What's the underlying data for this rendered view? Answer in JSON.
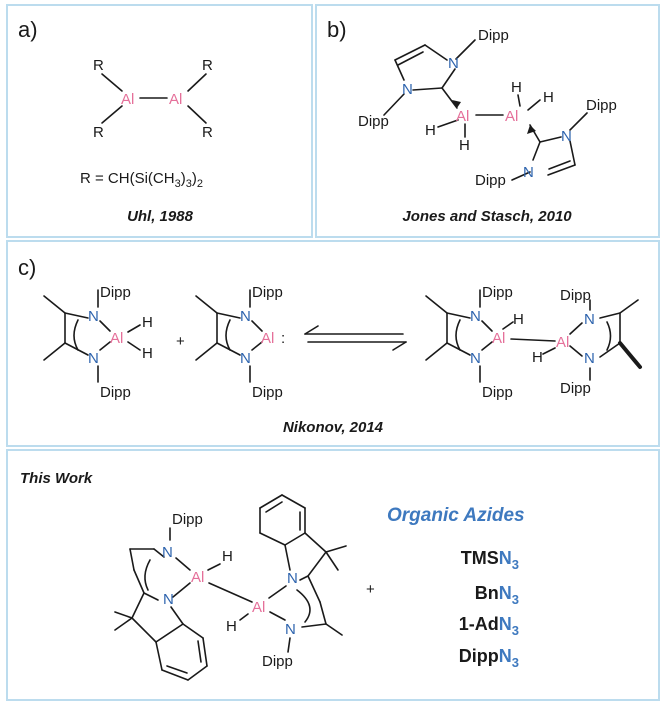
{
  "panels": {
    "a": {
      "label": "a)",
      "substituent": "R",
      "metal": "Al",
      "r_definition": "R = CH(Si(CH",
      "r_sub1": "3",
      "r_close1": ")",
      "r_sub2": "3",
      "r_close2": ")",
      "r_sub3": "2",
      "caption": "Uhl, 1988"
    },
    "b": {
      "label": "b)",
      "aryl": "Dipp",
      "nitrogen": "N",
      "metal": "Al",
      "hydride": "H",
      "caption": "Jones and Stasch, 2010"
    },
    "c": {
      "label": "c)",
      "aryl": "Dipp",
      "nitrogen": "N",
      "metal": "Al",
      "hydride": "H",
      "plus": "+",
      "lone_pair": ":",
      "caption": "Nikonov, 2014"
    },
    "d": {
      "title": "This Work",
      "aryl": "Dipp",
      "nitrogen": "N",
      "metal": "Al",
      "hydride": "H",
      "plus": "+",
      "azides_title": "Organic Azides",
      "azide_N": "N",
      "azide_sub": "3",
      "azides": [
        "TMS",
        "Bn",
        "1-Ad",
        "Dipp"
      ]
    }
  }
}
